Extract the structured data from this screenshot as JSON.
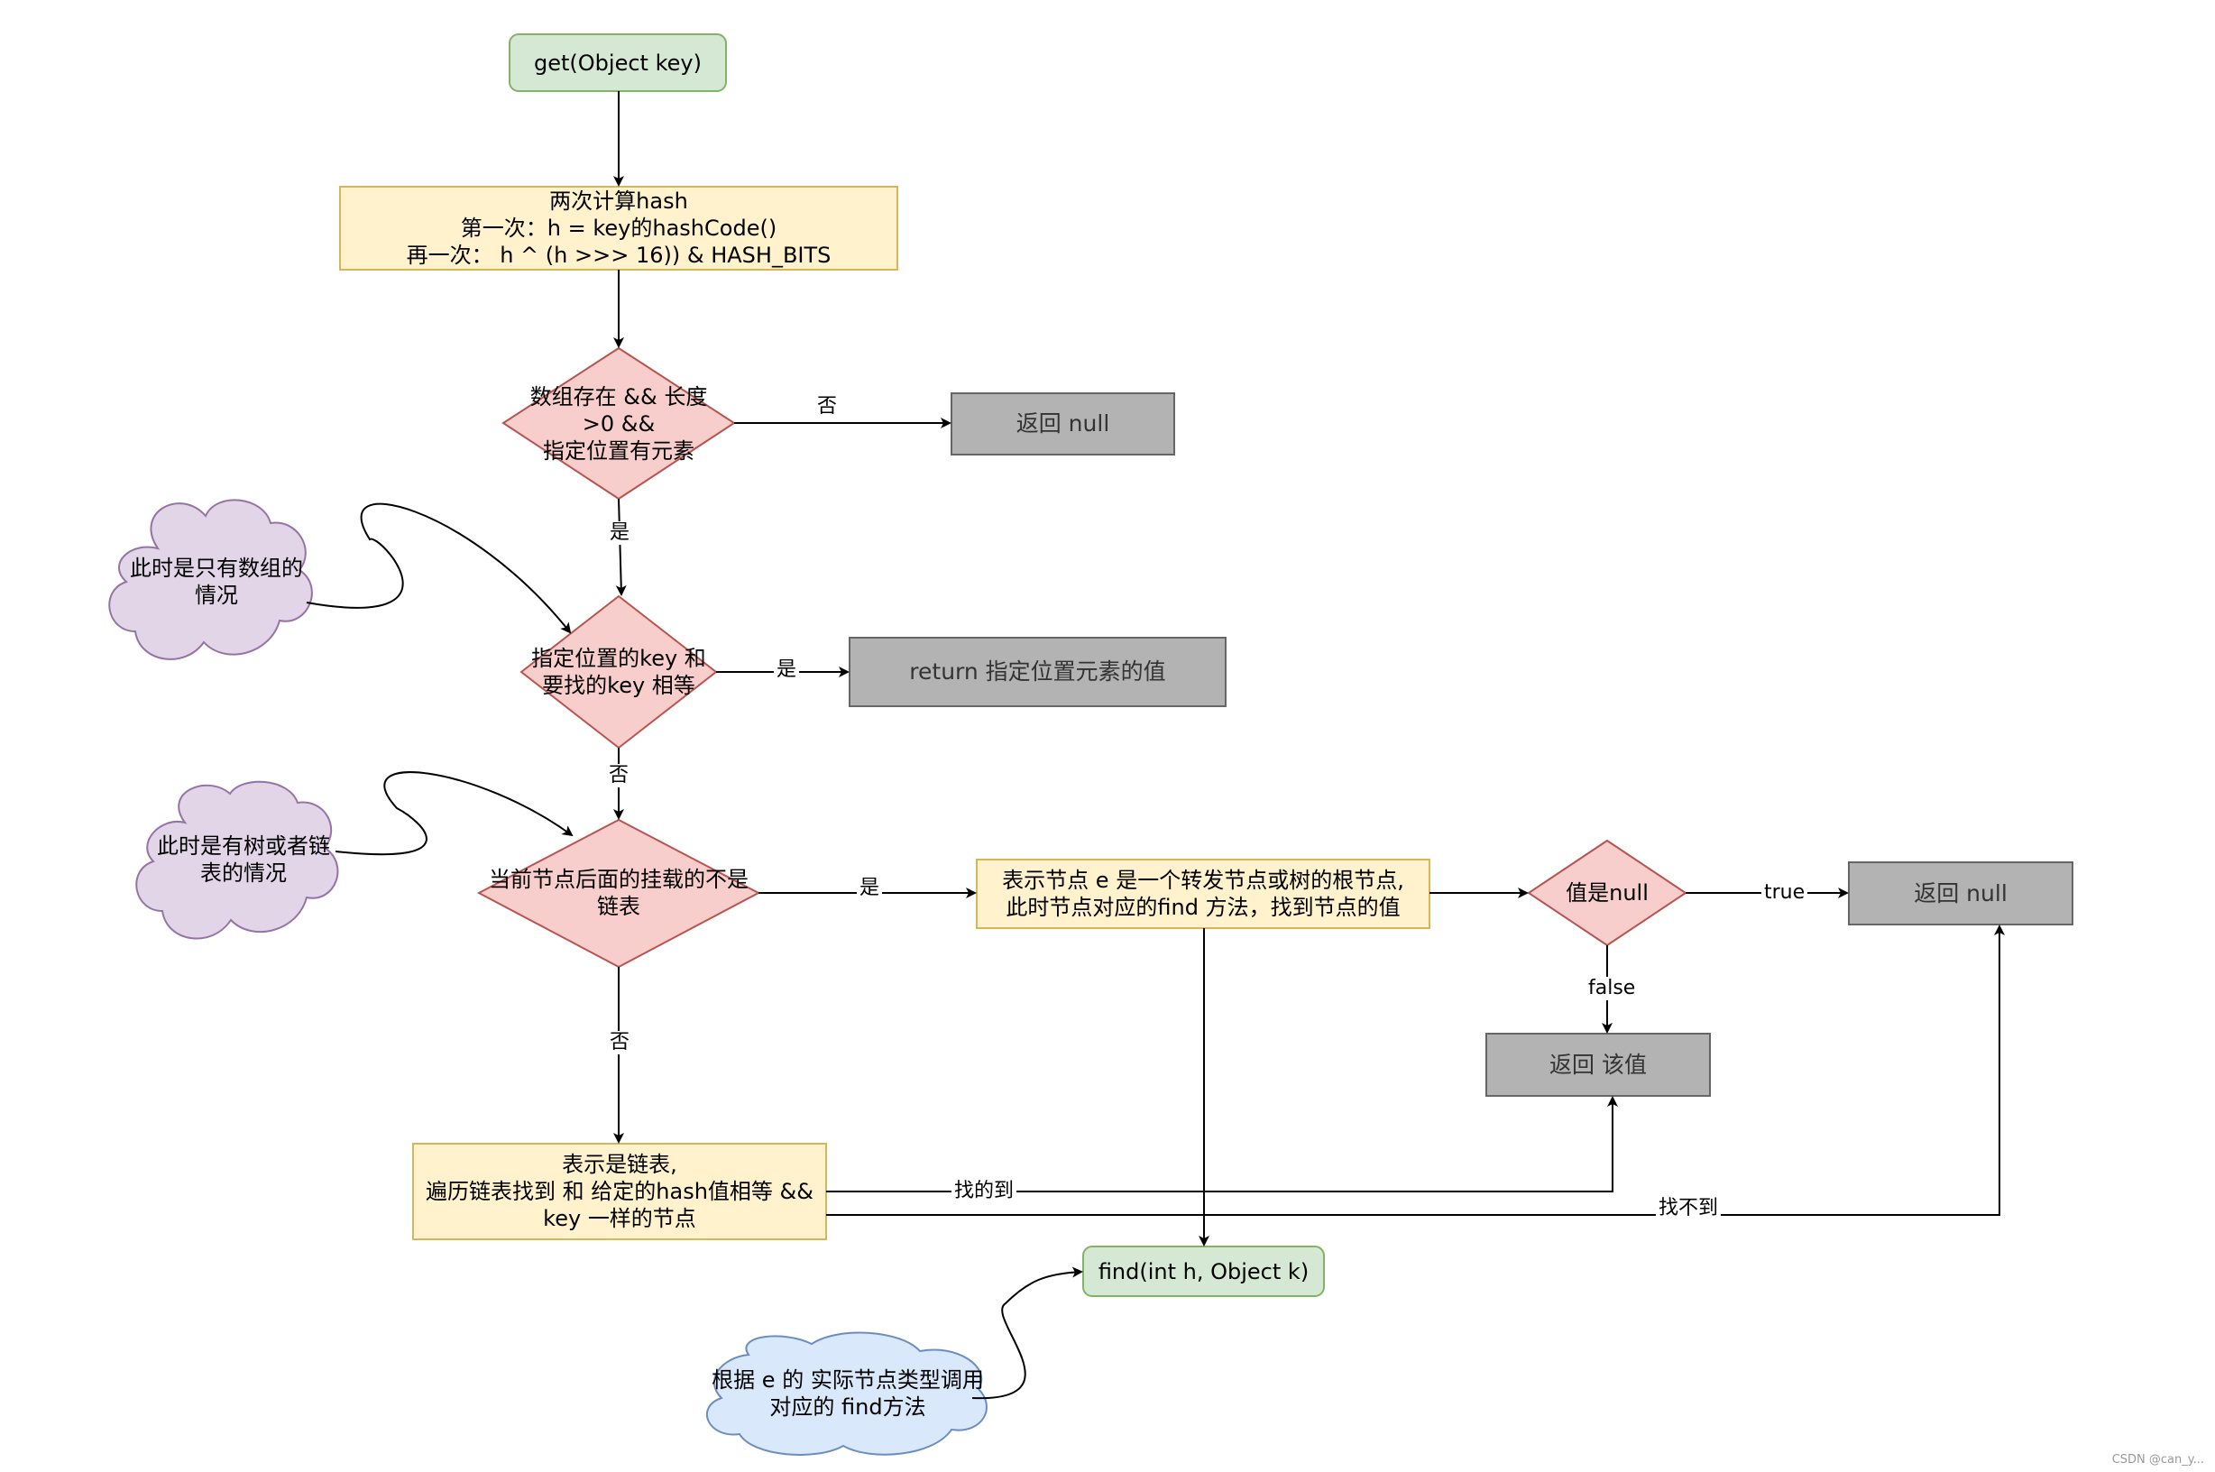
{
  "nodes": {
    "start": {
      "label": "get(Object key)"
    },
    "hash_calc": {
      "line1": "两次计算hash",
      "line2": "第一次：h = key的hashCode()",
      "line3": "再一次：  h ^ (h >>> 16)) & HASH_BITS"
    },
    "check_array": {
      "line1": "数组存在 && 长度",
      "line2": ">0  &&",
      "line3": "指定位置有元素"
    },
    "return_null_1": {
      "label": "返回 null"
    },
    "check_key": {
      "line1": "指定位置的key 和",
      "line2": "要找的key 相等"
    },
    "return_value": {
      "label": "return 指定位置元素的值"
    },
    "check_not_list": {
      "line1": "当前节点后面的挂载的不是",
      "line2": "链表"
    },
    "forward_node": {
      "line1": "表示节点 e 是一个转发节点或树的根节点,",
      "line2": "此时节点对应的find 方法，找到节点的值"
    },
    "check_null": {
      "label": "值是null"
    },
    "return_null_2": {
      "label": "返回 null"
    },
    "return_that": {
      "label": "返回 该值"
    },
    "linked_list": {
      "line1": "表示是链表,",
      "line2": "遍历链表找到 和 给定的hash值相等 &&",
      "line3": "key 一样的节点"
    },
    "find_method": {
      "label": "find(int h, Object k)"
    }
  },
  "clouds": {
    "array_only": {
      "line1": "此时是只有数组的",
      "line2": "情况"
    },
    "tree_or_list": {
      "line1": "此时是有树或者链",
      "line2": "表的情况"
    },
    "find_note": {
      "line1": "根据 e 的 实际节点类型调用",
      "line2": "对应的 find方法"
    }
  },
  "edge_labels": {
    "no_1": "否",
    "yes_1": "是",
    "yes_2": "是",
    "no_2": "否",
    "yes_3": "是",
    "no_3": "否",
    "true": "true",
    "false": "false",
    "found": "找的到",
    "not_found": "找不到"
  },
  "watermark": "CSDN @can_y...",
  "colors": {
    "green_fill": "#d5e8d4",
    "green_stroke": "#82b366",
    "yellow_fill": "#fff2cc",
    "yellow_stroke": "#d6b656",
    "red_fill": "#f8cecc",
    "red_stroke": "#b85450",
    "gray_fill": "#b3b3b3",
    "gray_stroke": "#666666",
    "purple_fill": "#e1d5e7",
    "purple_stroke": "#9673a6",
    "blue_fill": "#dae8fc",
    "blue_stroke": "#6c8ebf"
  }
}
